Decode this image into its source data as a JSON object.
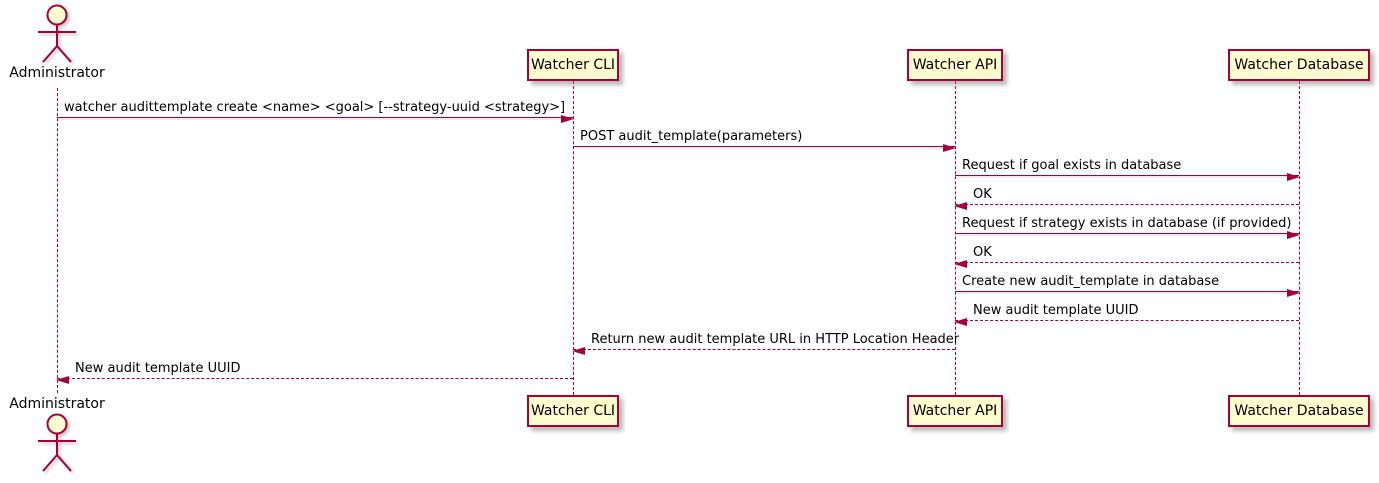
{
  "diagram": {
    "type": "sequence-diagram",
    "background_color": "#FFFFFF",
    "accent_color": "#A80036",
    "participant_fill_color": "#FEFECE",
    "actor": {
      "name": "Administrator"
    },
    "participants": [
      {
        "label": "Watcher CLI"
      },
      {
        "label": "Watcher API"
      },
      {
        "label": "Watcher Database"
      }
    ],
    "messages": [
      {
        "text": "watcher audittemplate create <name> <goal> [--strategy-uuid <strategy>]",
        "from": "Administrator",
        "to": "Watcher CLI",
        "line": "solid",
        "direction": "right"
      },
      {
        "text": "POST audit_template(parameters)",
        "from": "Watcher CLI",
        "to": "Watcher API",
        "line": "solid",
        "direction": "right"
      },
      {
        "text": "Request if goal exists in database",
        "from": "Watcher API",
        "to": "Watcher Database",
        "line": "solid",
        "direction": "right"
      },
      {
        "text": "OK",
        "from": "Watcher Database",
        "to": "Watcher API",
        "line": "dashed",
        "direction": "left"
      },
      {
        "text": "Request if strategy exists in database (if provided)",
        "from": "Watcher API",
        "to": "Watcher Database",
        "line": "solid",
        "direction": "right"
      },
      {
        "text": "OK",
        "from": "Watcher Database",
        "to": "Watcher API",
        "line": "dashed",
        "direction": "left"
      },
      {
        "text": "Create new audit_template in database",
        "from": "Watcher API",
        "to": "Watcher Database",
        "line": "solid",
        "direction": "right"
      },
      {
        "text": "New audit template UUID",
        "from": "Watcher Database",
        "to": "Watcher API",
        "line": "dashed",
        "direction": "left"
      },
      {
        "text": "Return new audit template URL in HTTP Location Header",
        "from": "Watcher API",
        "to": "Watcher CLI",
        "line": "dashed",
        "direction": "left"
      },
      {
        "text": "New audit template UUID",
        "from": "Watcher CLI",
        "to": "Administrator",
        "line": "dashed",
        "direction": "left"
      }
    ]
  }
}
